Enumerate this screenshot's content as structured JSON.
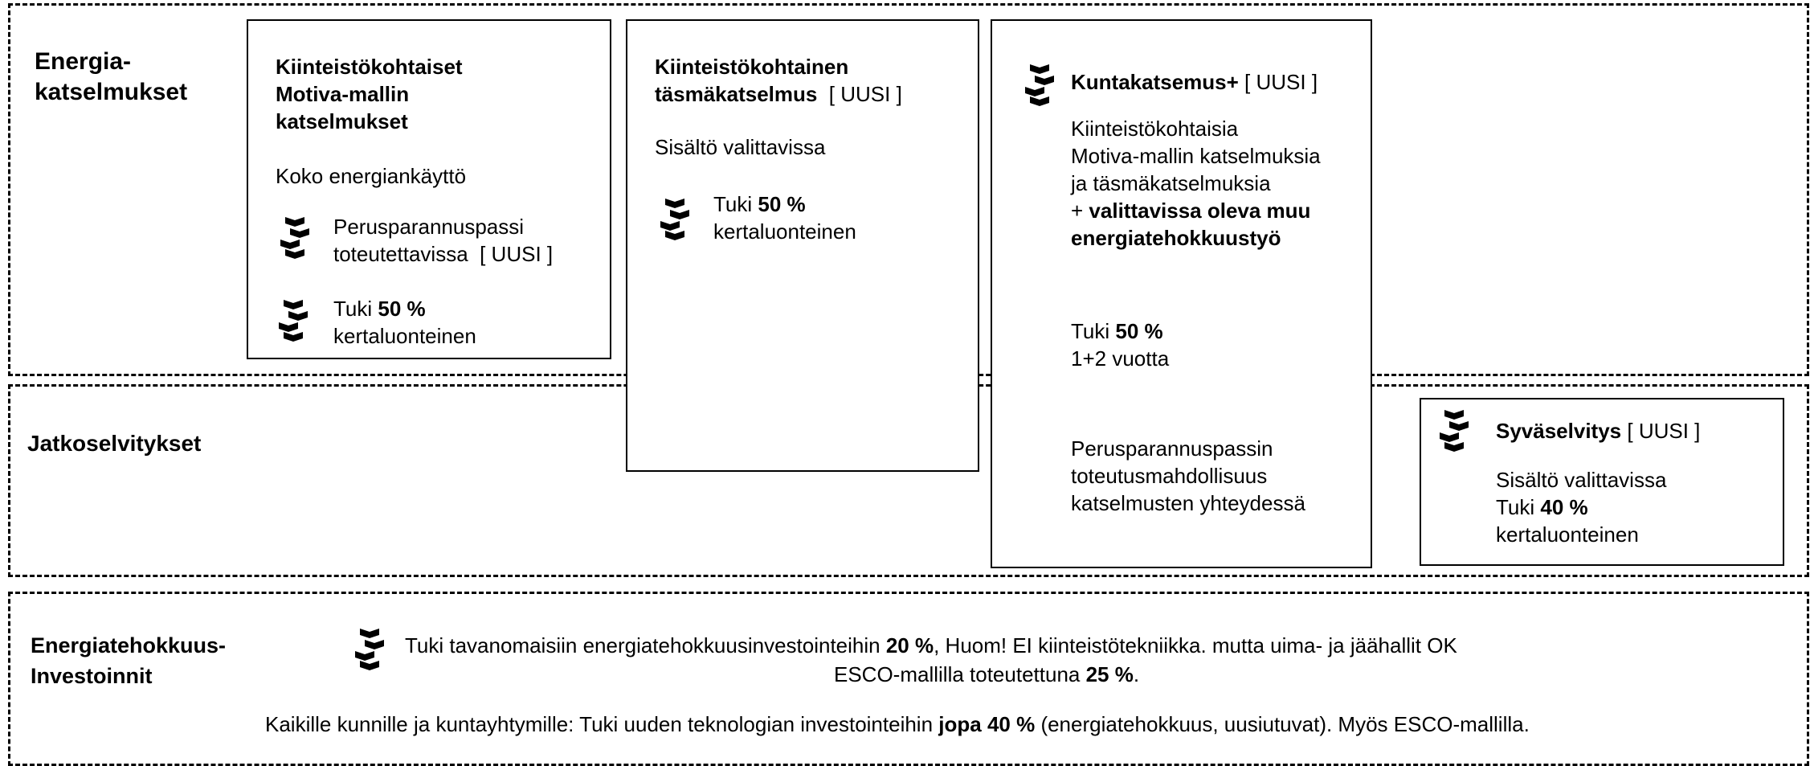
{
  "sections": {
    "energy_audits": {
      "line1": "Energia-",
      "line2": "katselmukset"
    },
    "further_studies": {
      "title": "Jatkoselvitykset"
    },
    "investments": {
      "line1": "Energiatehokkuus-",
      "line2": "Investoinnit"
    }
  },
  "card_motiva": {
    "title_line1": "Kiinteistökohtaiset",
    "title_line2": "Motiva-mallin",
    "title_line3": "katselmukset",
    "content": "Koko energiankäyttö",
    "passport_line1": "Perusparannuspassi",
    "passport_line2": "toteutettavissa",
    "new_tag": "[ UUSI ]",
    "support_label": "Tuki ",
    "support_value": "50 %",
    "support_note": "kertaluonteinen"
  },
  "card_targeted": {
    "title_line1": "Kiinteistökohtainen",
    "title_line2": "täsmäkatselmus",
    "new_tag": "[ UUSI ]",
    "content": "Sisältö valittavissa",
    "support_label": "Tuki ",
    "support_value": "50 %",
    "support_note": "kertaluonteinen"
  },
  "card_municipal": {
    "title": "Kuntakatsemus+",
    "new_tag": "[ UUSI ]",
    "desc_line1": "Kiinteistökohtaisia",
    "desc_line2": "Motiva-mallin katselmuksia",
    "desc_line3": "ja täsmäkatselmuksia",
    "desc_line4_prefix": "+ ",
    "desc_line4_bold": "valittavissa oleva muu",
    "desc_line5_bold": "energiatehokkuustyö",
    "support_label": "Tuki ",
    "support_value": "50 %",
    "support_duration": "1+2 vuotta",
    "passport_line1": "Perusparannuspassin",
    "passport_line2": "toteutusmahdollisuus",
    "passport_line3": "katselmusten yhteydessä"
  },
  "card_deep": {
    "title": "Syväselvitys",
    "new_tag": "[ UUSI ]",
    "content": "Sisältö valittavissa",
    "support_label": "Tuki ",
    "support_value": "40 %",
    "support_note": "kertaluonteinen"
  },
  "investments_text": {
    "line1_prefix": "Tuki tavanomaisiin energiatehokkuusinvestointeihin ",
    "line1_value": "20 %",
    "line1_suffix": ", Huom! EI kiinteistötekniikka. mutta uima- ja jäähallit OK",
    "line2_prefix": "ESCO-mallilla toteutettuna ",
    "line2_value": "25 %",
    "line2_suffix": ".",
    "line3_prefix": "Kaikille kunnille ja kuntayhtymille: Tuki uuden teknologian investointeihin ",
    "line3_value": "jopa 40 %",
    "line3_suffix": " (energiatehokkuus, uusiutuvat). Myös ESCO-mallilla."
  },
  "icons": [
    "stacked-chevrons-icon"
  ]
}
